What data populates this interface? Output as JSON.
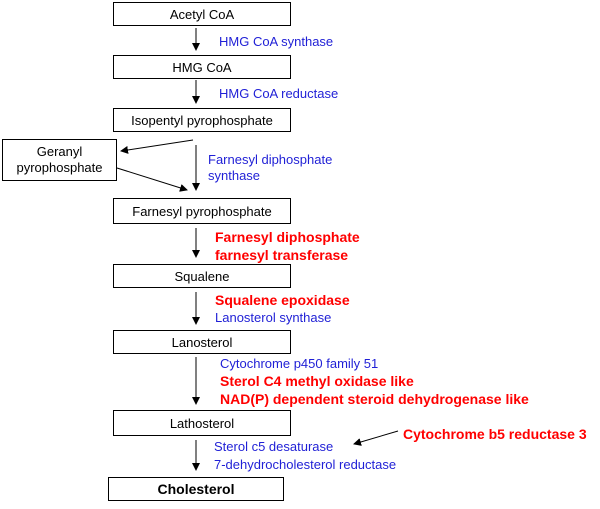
{
  "metabolites": {
    "acetyl_coa": "Acetyl CoA",
    "hmg_coa": "HMG CoA",
    "isopentyl_pp": "Isopentyl pyrophosphate",
    "geranyl_pp_line1": "Geranyl",
    "geranyl_pp_line2": "pyrophosphate",
    "farnesyl_pp": "Farnesyl pyrophosphate",
    "squalene": "Squalene",
    "lanosterol": "Lanosterol",
    "lathosterol": "Lathosterol",
    "cholesterol": "Cholesterol"
  },
  "enzymes": {
    "hmg_coa_synthase": "HMG CoA synthase",
    "hmg_coa_reductase": "HMG CoA reductase",
    "fdps_line1": "Farnesyl diphosphate",
    "fdps_line2": "synthase",
    "fdft_line1": "Farnesyl diphosphate",
    "fdft_line2": "farnesyl transferase",
    "squalene_epoxidase": "Squalene epoxidase",
    "lanosterol_synthase": "Lanosterol synthase",
    "cyp51": "Cytochrome p450 family 51",
    "sc4mol": "Sterol C4 methyl oxidase like",
    "nsdhl": "NAD(P) dependent steroid dehydrogenase like",
    "cyb5r3": "Cytochrome b5 reductase 3",
    "sc5d": "Sterol c5 desaturase",
    "dhcr7": "7-dehydrocholesterol reductase"
  },
  "colors": {
    "regulated_enzyme": "#ff0000",
    "enzyme": "#1f1fd6",
    "arrow": "#000000"
  }
}
